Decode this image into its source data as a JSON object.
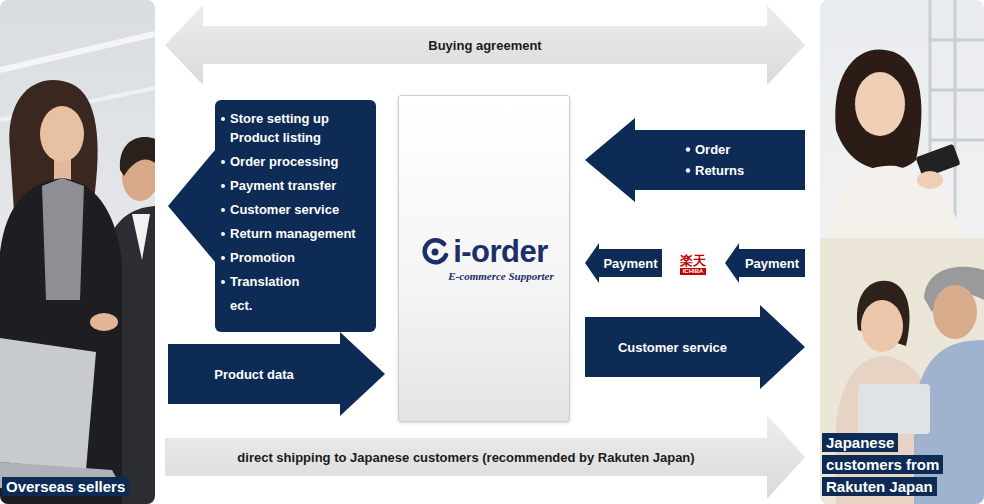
{
  "diagram": {
    "nodes": [
      {
        "text": [
          "Overseas sellers"
        ]
      },
      {
        "text": [
          "Store setting up Product listing",
          "Order processing",
          "Payment transfer",
          "Customer service",
          "Return management",
          "Promotion",
          "Translation",
          "ect."
        ]
      },
      {
        "text": [
          "i-order",
          "E-commerce Supporter"
        ]
      },
      {
        "text": [
          "楽天",
          "ICHIBA"
        ]
      },
      {
        "text": [
          "Japanese customers from Rakuten Japan"
        ]
      }
    ],
    "edges": [
      {
        "from": 0,
        "to": 4,
        "label": "Buying agreement",
        "arrow": "both"
      },
      {
        "from": 1,
        "to": 0,
        "arrow": "to"
      },
      {
        "from": 0,
        "to": 2,
        "label": "Product data",
        "arrow": "to"
      },
      {
        "from": 4,
        "to": 2,
        "label": "Order Returns",
        "arrow": "to"
      },
      {
        "from": 4,
        "to": 3,
        "label": "Payment",
        "arrow": "to"
      },
      {
        "from": 3,
        "to": 2,
        "label": "Payment",
        "arrow": "to"
      },
      {
        "from": 2,
        "to": 4,
        "label": "Customer service",
        "arrow": "to"
      },
      {
        "from": 0,
        "to": 4,
        "label": "direct shipping to Japanese customers (recommended by Rakuten Japan)",
        "arrow": "to"
      }
    ]
  }
}
